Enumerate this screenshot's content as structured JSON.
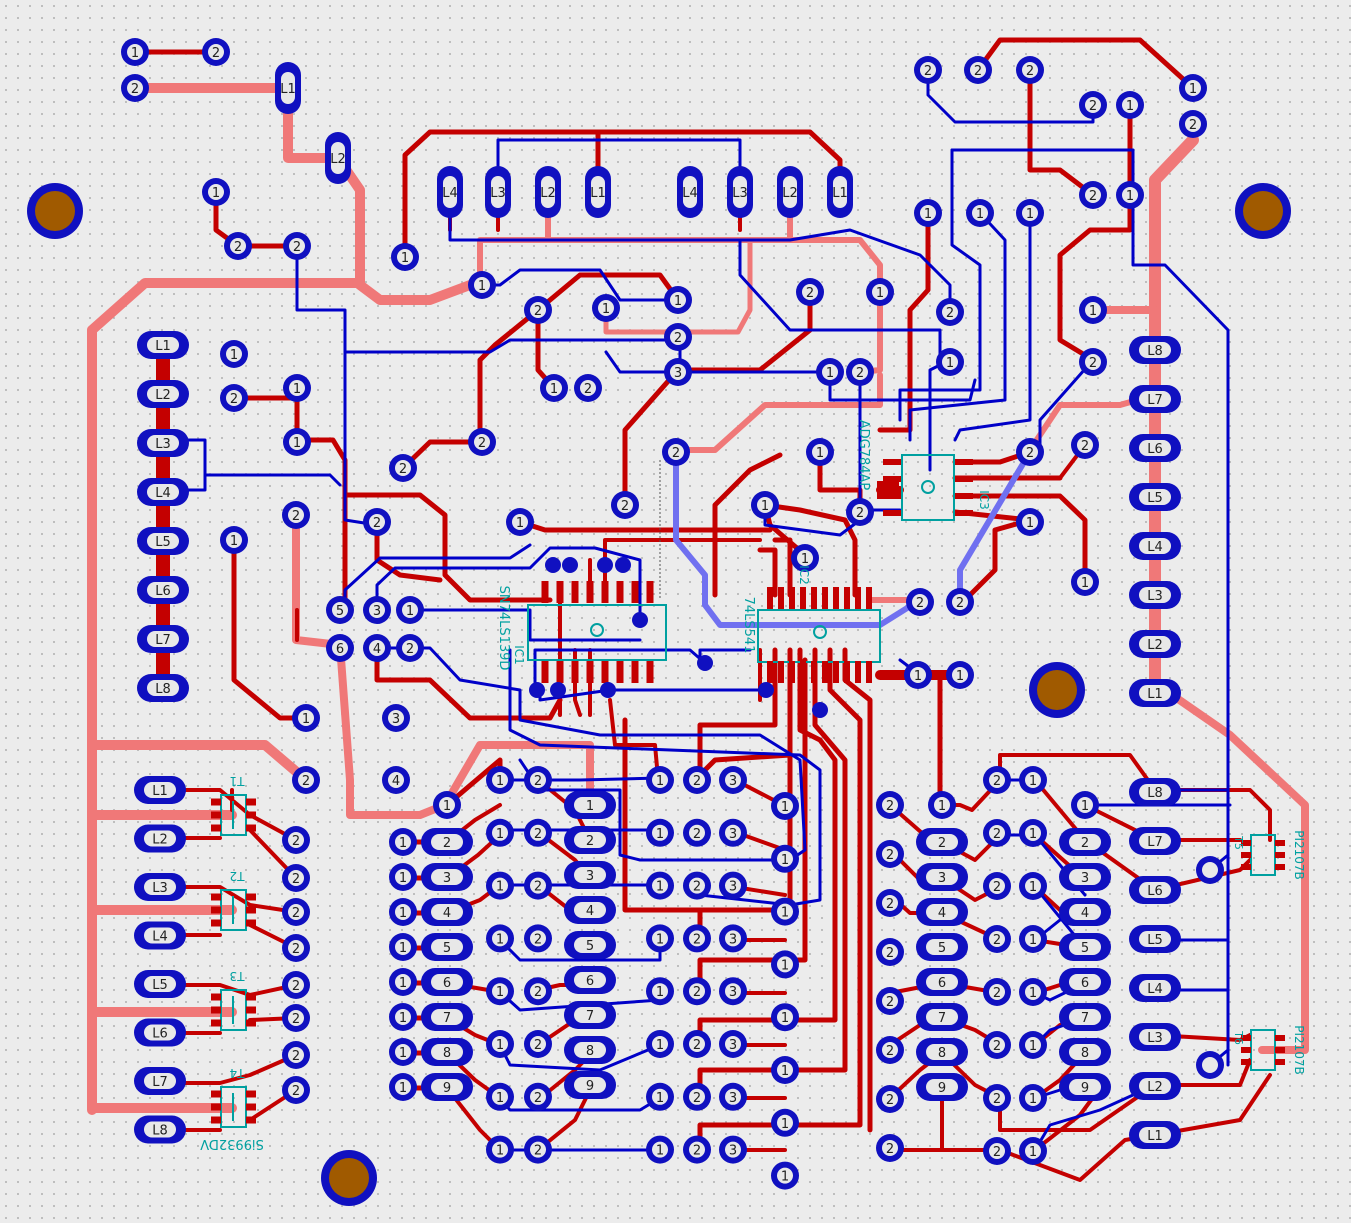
{
  "colors": {
    "background": "#ececec",
    "grid_dot": "#b0b0b0",
    "top_trace": "#c40000",
    "bottom_trace": "#0000c8",
    "pink_trace": "#f07878",
    "highlight": "#7070f0",
    "pad_fill": "#1010c0",
    "pad_label": "#b06000",
    "hole": "#a05a00",
    "silk": "#00a0a0"
  },
  "chips": [
    {
      "name": "IC1",
      "lines": [
        "SN74LS139D",
        "IC1"
      ]
    },
    {
      "name": "IC2",
      "lines": [
        "74LS541",
        "IC2"
      ]
    },
    {
      "name": "IC3",
      "lines": [
        "ADG784AP",
        "IC3"
      ]
    }
  ],
  "transistors": [
    "T1",
    "T2",
    "T3",
    "T4"
  ],
  "transistor_part": "Si9932DV",
  "right_parts": [
    {
      "name": "T5",
      "part": "PI2107B"
    },
    {
      "name": "T6",
      "part": "PI2107B"
    }
  ],
  "pad_labels": {
    "L": [
      "L1",
      "L2",
      "L3",
      "L4",
      "L5",
      "L6",
      "L7",
      "L8"
    ],
    "one": "1",
    "two": "2",
    "three": "3",
    "four": "4",
    "five": "5",
    "six": "6",
    "seven": "7",
    "eight": "8",
    "nine": "9"
  }
}
